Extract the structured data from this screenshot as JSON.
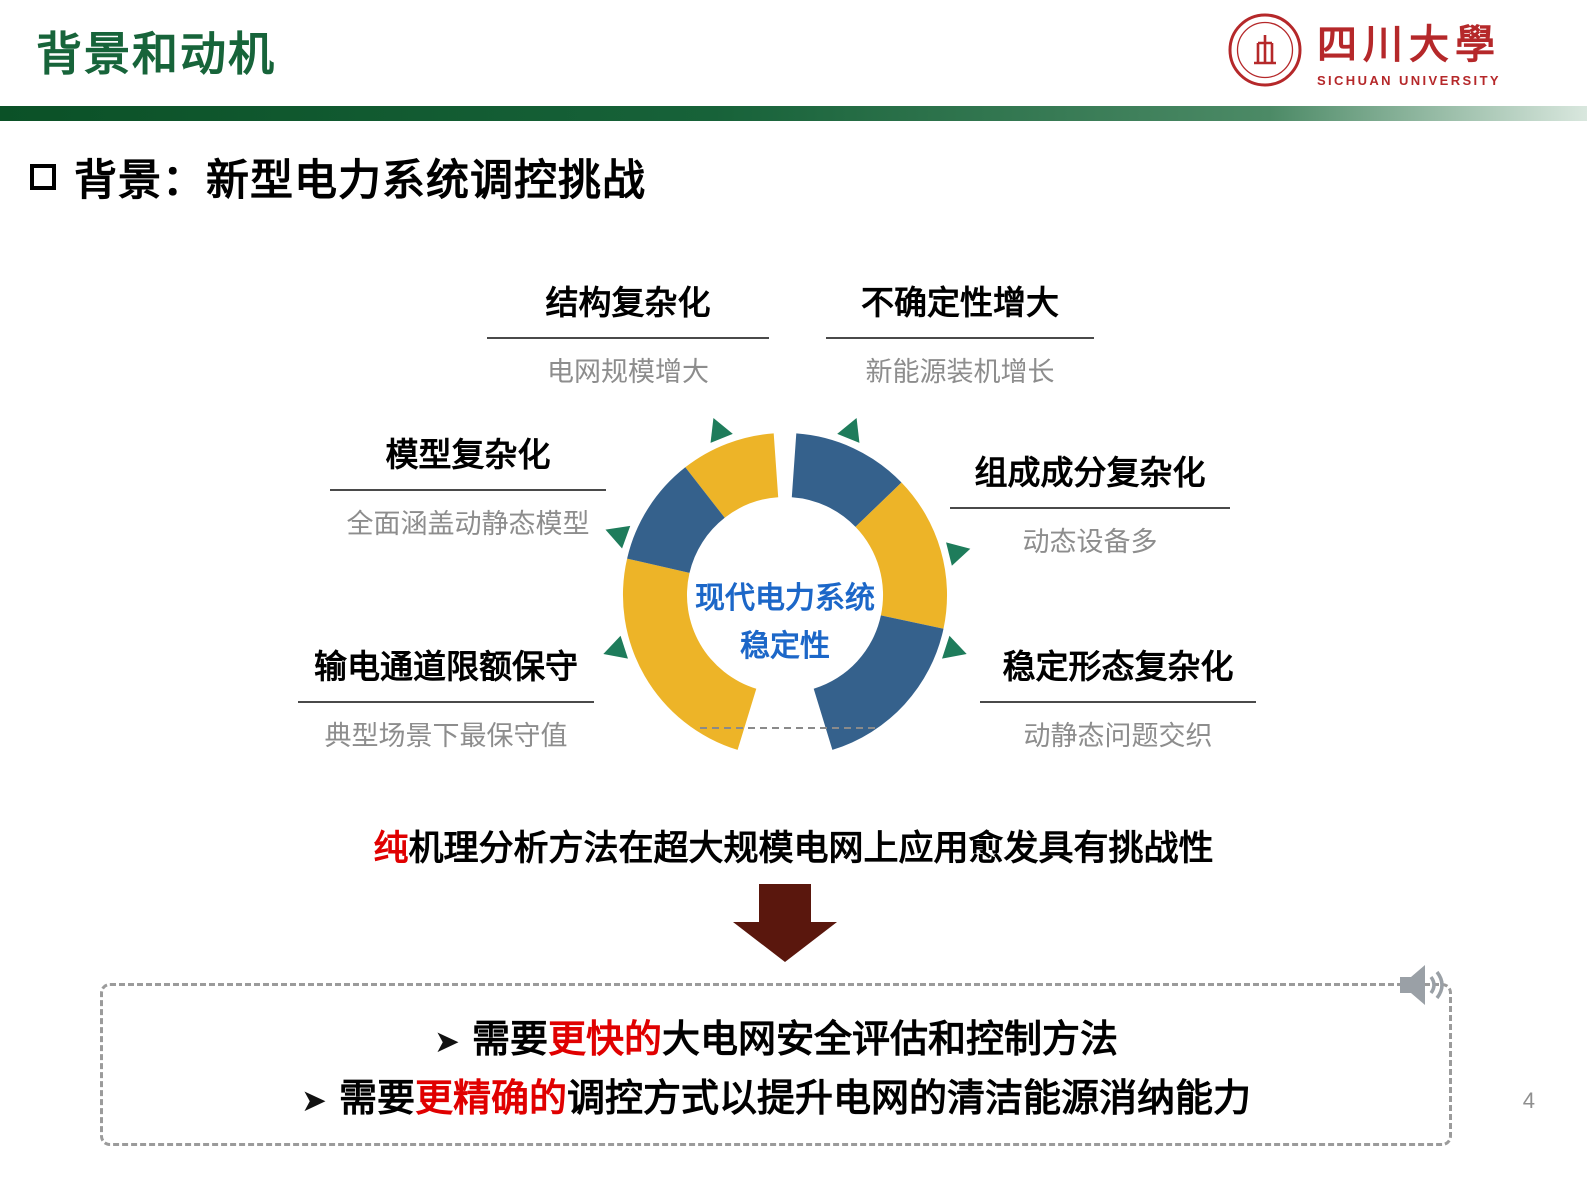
{
  "header": {
    "title": "背景和动机",
    "logo": {
      "name_cn": "四川大學",
      "name_en": "SICHUAN UNIVERSITY"
    }
  },
  "slide": {
    "section_title": "背景：新型电力系统调控挑战",
    "page_number": "4"
  },
  "diagram": {
    "center": {
      "line1": "现代电力系统",
      "line2": "稳定性"
    },
    "factors": [
      {
        "title": "结构复杂化",
        "subtitle": "电网规模增大"
      },
      {
        "title": "不确定性增大",
        "subtitle": "新能源装机增长"
      },
      {
        "title": "模型复杂化",
        "subtitle": "全面涵盖动静态模型"
      },
      {
        "title": "组成成分复杂化",
        "subtitle": "动态设备多"
      },
      {
        "title": "输电通道限额保守",
        "subtitle": "典型场景下最保守值"
      },
      {
        "title": "稳定形态复杂化",
        "subtitle": "动静态问题交织"
      }
    ],
    "colors": {
      "gold": "#EDB428",
      "blue": "#35618C",
      "triangle_green": "#1E7C5B",
      "center_text": "#1C67C8",
      "arrow_maroon": "#5A170D",
      "highlight_red": "#E00000",
      "header_green": "#17643A",
      "logo_red": "#B5282A"
    }
  },
  "statement": {
    "highlight": "纯",
    "rest": "机理分析方法在超大规模电网上应用愈发具有挑战性"
  },
  "conclusion": {
    "bullet_glyph": "➤",
    "items": [
      {
        "pre": "需要",
        "highlight": "更快的",
        "post": "大电网安全评估和控制方法"
      },
      {
        "pre": "需要",
        "highlight": "更精确的",
        "post": "调控方式以提升电网的清洁能源消纳能力"
      }
    ]
  }
}
